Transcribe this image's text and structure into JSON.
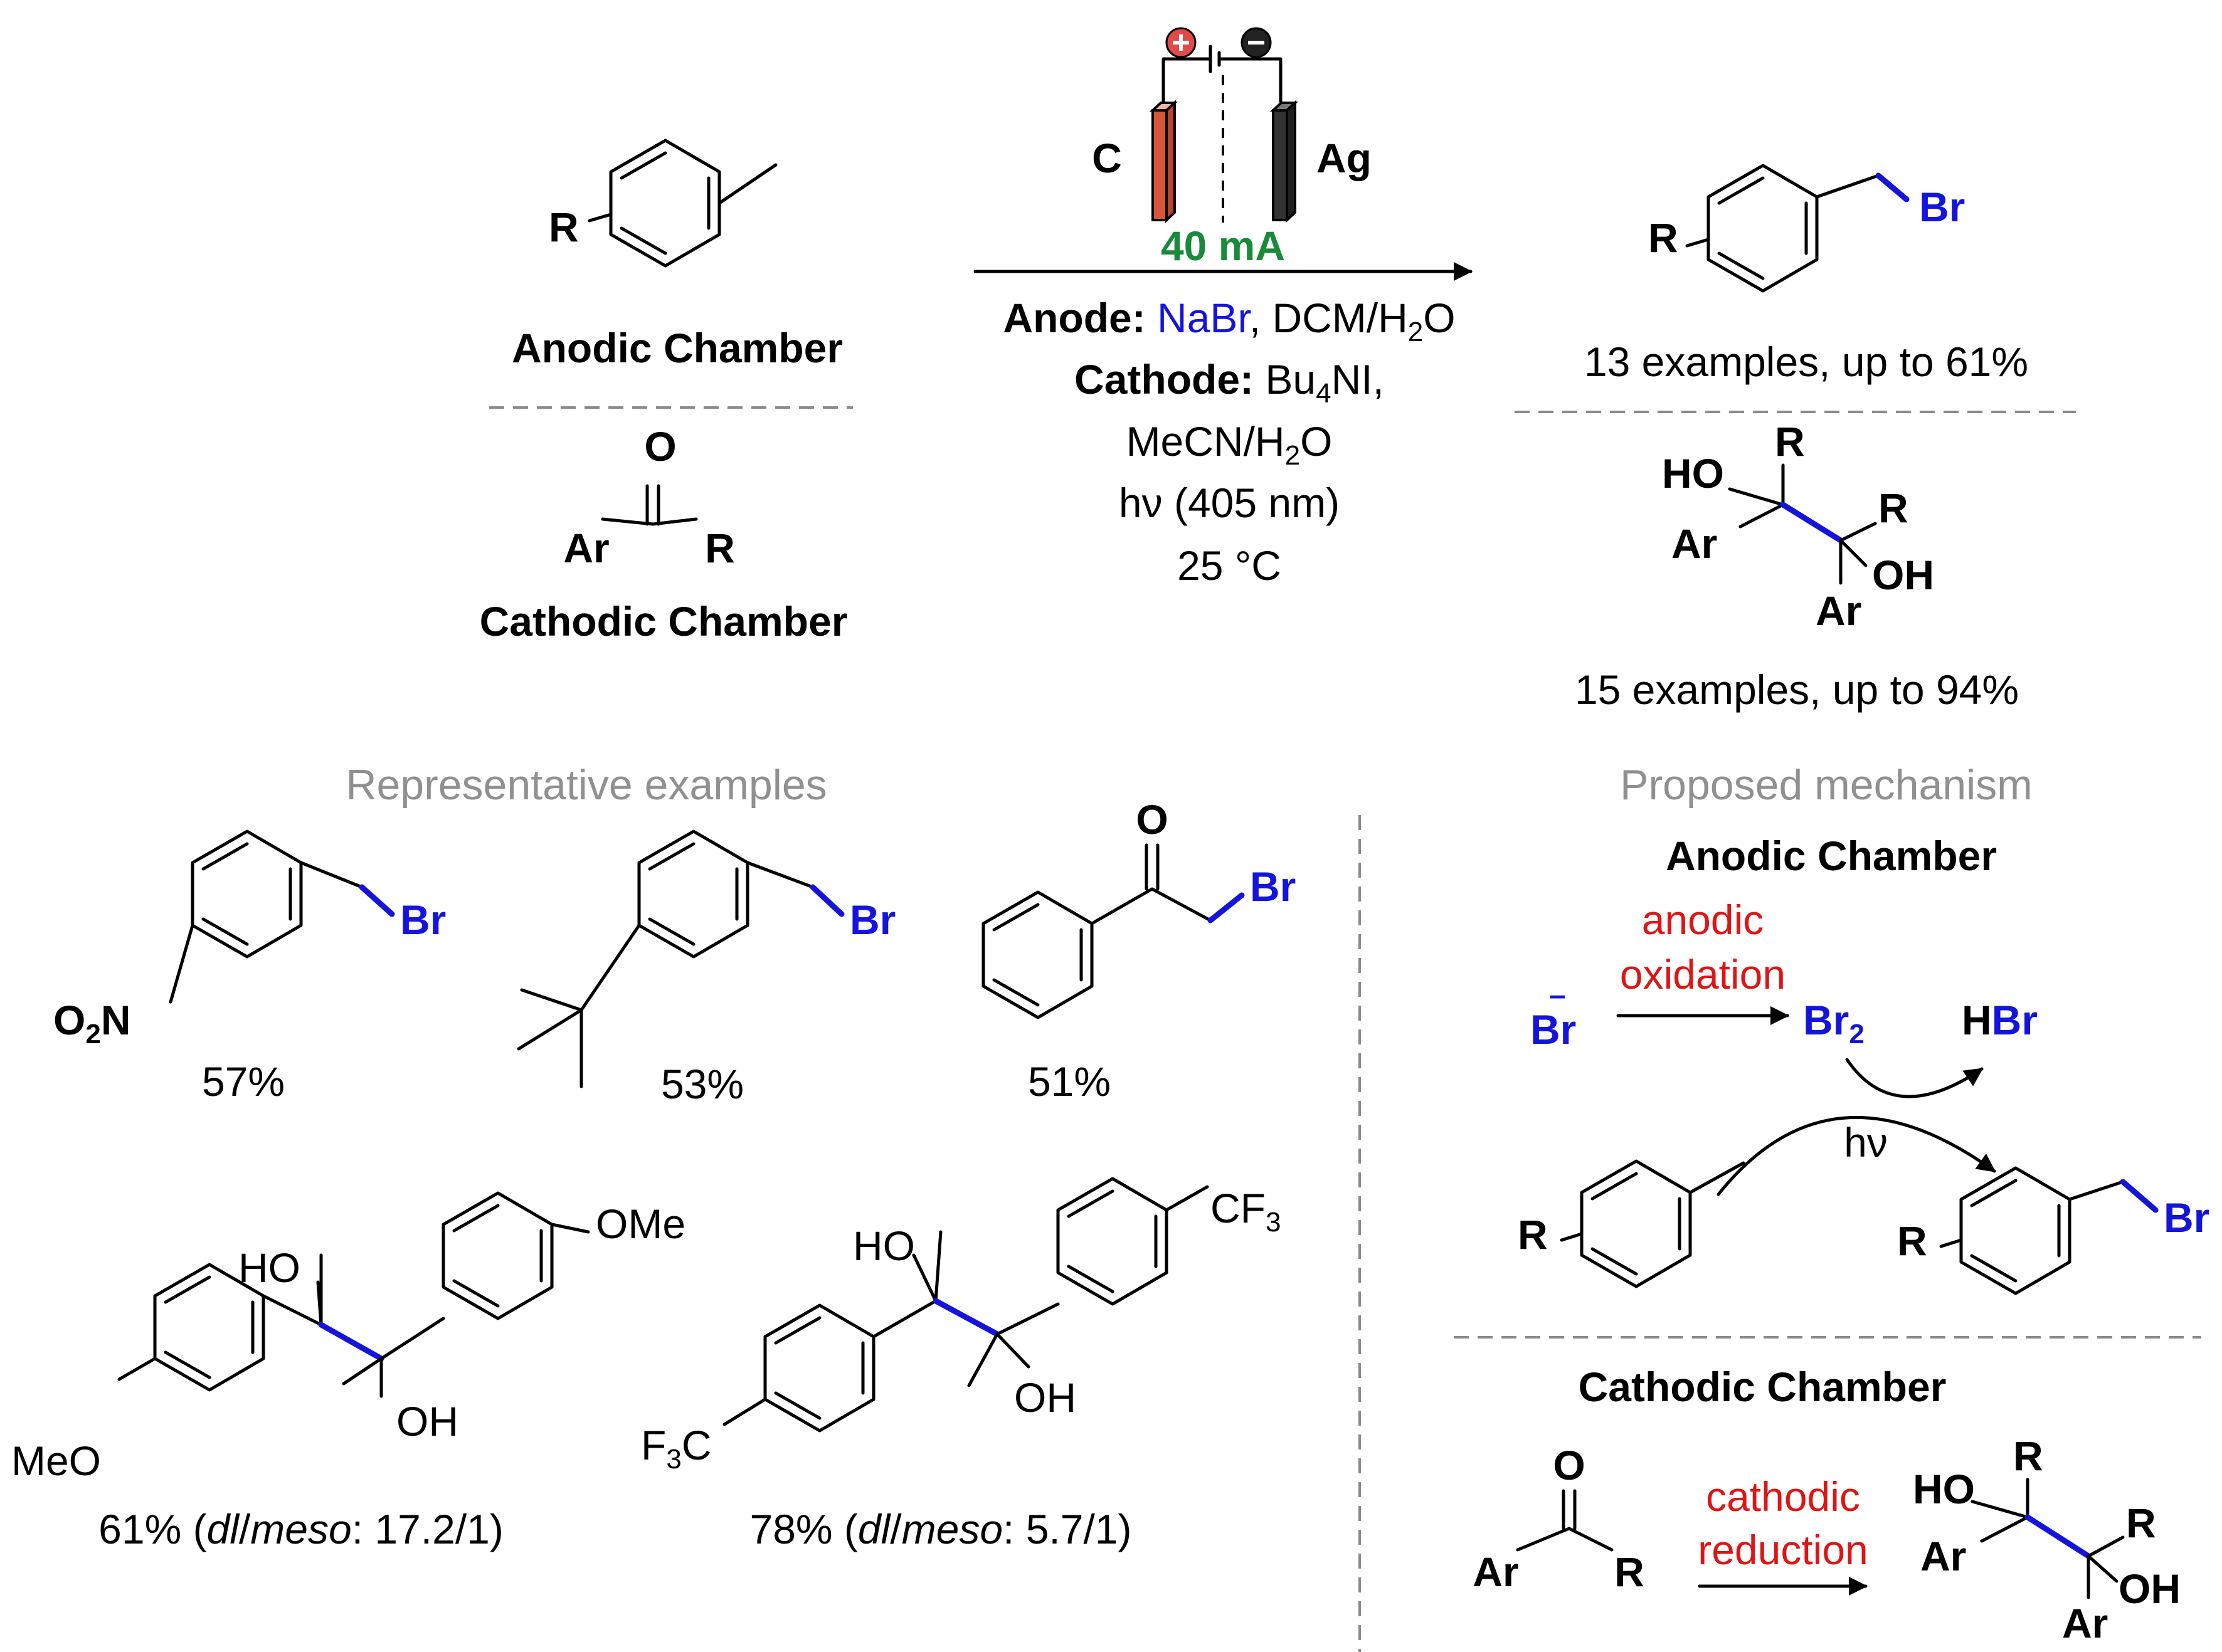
{
  "colors": {
    "bromine": "#1414dc",
    "anode_electrode": "#d9553a",
    "cathode_electrode": "#333333",
    "current": "#1a8a3a",
    "mechanism_step": "#e01414",
    "section_heading": "#909090"
  },
  "reaction": {
    "anodic_chamber_label": "Anodic Chamber",
    "cathodic_chamber_label": "Cathodic Chamber",
    "substrate_R": "R",
    "ketone_O": "O",
    "ketone_Ar": "Ar",
    "ketone_R": "R",
    "electrode_anode": "C",
    "electrode_cathode": "Ag",
    "current": "40 mA",
    "anode_label": "Anode:",
    "anode_reagent": "NaBr",
    "anode_solvent": ", DCM/H",
    "anode_solvent_sub": "2",
    "anode_solvent_end": "O",
    "cathode_label": "Cathode:",
    "cathode_reagent": " Bu",
    "cathode_reagent_sub": "4",
    "cathode_reagent_end": "NI,",
    "cathode_solvent": "MeCN/H",
    "cathode_solvent_sub": "2",
    "cathode_solvent_end": "O",
    "light": "hν (405 nm)",
    "temperature": "25 °C",
    "product1_R": "R",
    "product1_Br": "Br",
    "product1_scope": "13 examples, up to 61%",
    "product2_HO": "HO",
    "product2_R1": "R",
    "product2_R2": "R",
    "product2_Ar1": "Ar",
    "product2_OH": "OH",
    "product2_Ar2": "Ar",
    "product2_scope": "15 examples, up to 94%"
  },
  "examples": {
    "heading": "Representative examples",
    "ex1_O": "O",
    "ex1_sub": "2",
    "ex1_N": "N",
    "ex1_Br": "Br",
    "ex1_yield": "57%",
    "ex2_Br": "Br",
    "ex2_yield": "53%",
    "ex3_O": "O",
    "ex3_Br": "Br",
    "ex3_yield": "51%",
    "ex4_OMe": "OMe",
    "ex4_HO": "HO",
    "ex4_OH": "OH",
    "ex4_MeO": "MeO",
    "ex4_yield": "61% (",
    "ex4_dl": "dl",
    "ex4_slash": "/",
    "ex4_meso": "meso",
    "ex4_ratio": ": 17.2/1)",
    "ex5_CF": "CF",
    "ex5_CF_sub": "3",
    "ex5_HO": "HO",
    "ex5_OH": "OH",
    "ex5_F3C_F": "F",
    "ex5_F3C_sub": "3",
    "ex5_F3C_C": "C",
    "ex5_yield": "78% (",
    "ex5_dl": "dl",
    "ex5_slash": "/",
    "ex5_meso": "meso",
    "ex5_ratio": ": 5.7/1)"
  },
  "mechanism": {
    "heading": "Proposed mechanism",
    "anodic_heading": "Anodic Chamber",
    "anodic_step_1": "anodic",
    "anodic_step_2": "oxidation",
    "bromide": "Br",
    "bromide_charge": "–",
    "bromine": "Br",
    "bromine_sub": "2",
    "hbr_H": "H",
    "hbr_Br": "Br",
    "light": "hν",
    "toluene_R": "R",
    "product_R": "R",
    "product_Br": "Br",
    "cathodic_heading": "Cathodic Chamber",
    "ketone_O": "O",
    "ketone_Ar": "Ar",
    "ketone_R": "R",
    "cathodic_step_1": "cathodic",
    "cathodic_step_2": "reduction",
    "diol_HO": "HO",
    "diol_R1": "R",
    "diol_R2": "R",
    "diol_Ar1": "Ar",
    "diol_OH": "OH",
    "diol_Ar2": "Ar"
  }
}
